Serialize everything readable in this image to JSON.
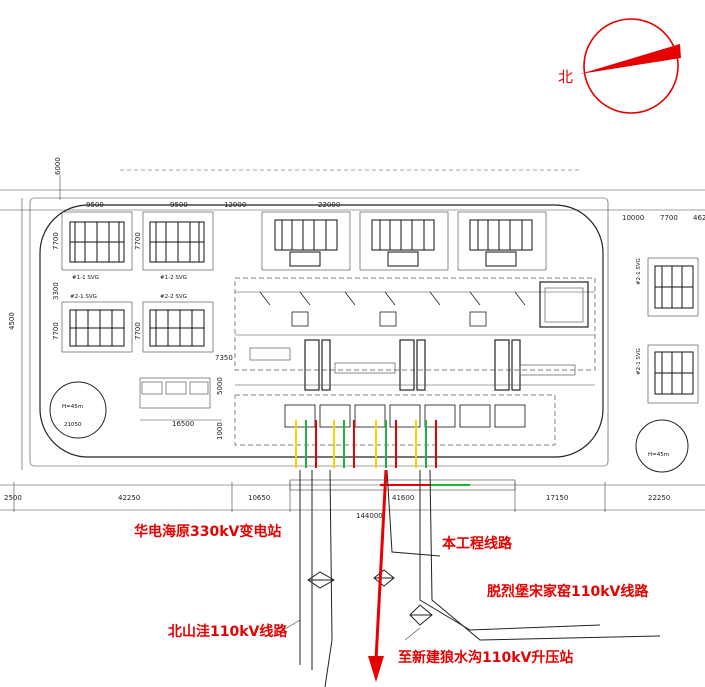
{
  "compass": {
    "north_label": "北"
  },
  "labels": {
    "substation": "华电海原330kV变电站",
    "project_line": "本工程线路",
    "tuoliebao_line": "脱烈堡宋家窑110kV线路",
    "beishanwa_line": "北山洼110kV线路",
    "langshuigou_line": "至新建狼水沟110kV升压站"
  },
  "dimensions": {
    "top": [
      "6000",
      "9500",
      "9500",
      "12000",
      "22000",
      "10000",
      "7700",
      "462"
    ],
    "bottom": [
      "2500",
      "42250",
      "10650",
      "41600",
      "17150",
      "22250",
      "144000"
    ],
    "left": [
      "7700",
      "3300",
      "7700",
      "4500",
      "5000",
      "16500",
      "21050",
      "1000",
      "7350",
      "7700",
      "7700"
    ]
  },
  "equipment": {
    "svg_1": "#1-1 SVG",
    "svg_2": "#1-2 SVG",
    "svg_3": "#2-1 SVG",
    "svg_4": "#2-2 SVG",
    "svg_right_1": "#2-1 SVG",
    "svg_right_2": "#2-1 SVG",
    "pool_left": "H=45m",
    "pool_right": "H=45m"
  },
  "colors": {
    "annotation_red": "#e60000",
    "wire_yellow": "#f2d600",
    "wire_green": "#22b33a",
    "wire_red": "#e60000"
  }
}
